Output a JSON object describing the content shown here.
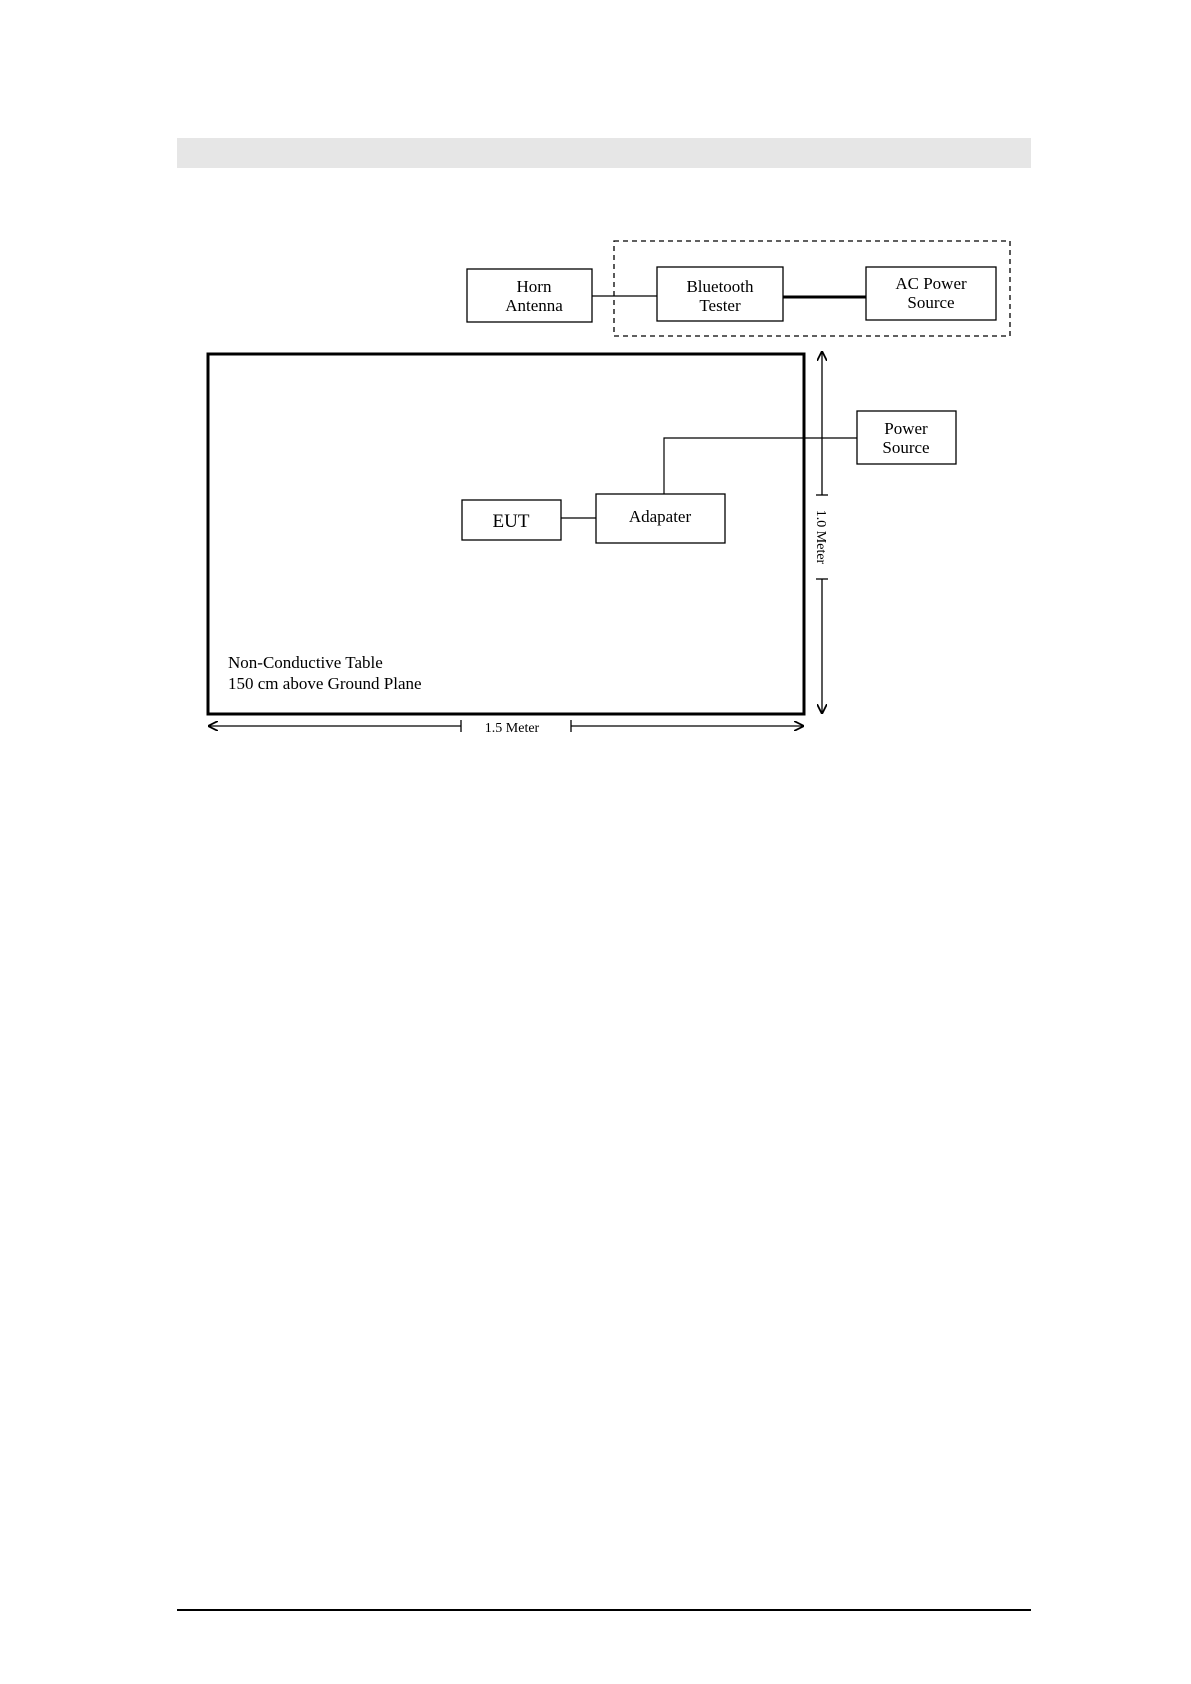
{
  "diagram": {
    "horn_antenna": [
      "Horn",
      "Antenna"
    ],
    "bluetooth_tester": [
      "Bluetooth",
      "Tester"
    ],
    "ac_power_source": [
      "AC Power",
      "Source"
    ],
    "power_source": [
      "Power",
      "Source"
    ],
    "eut": "EUT",
    "adapter": "Adapater",
    "table_label": [
      "Non-Conductive Table",
      "150 cm above Ground Plane"
    ],
    "width_dimension": "1.5 Meter",
    "height_dimension": "1.0 Meter"
  }
}
